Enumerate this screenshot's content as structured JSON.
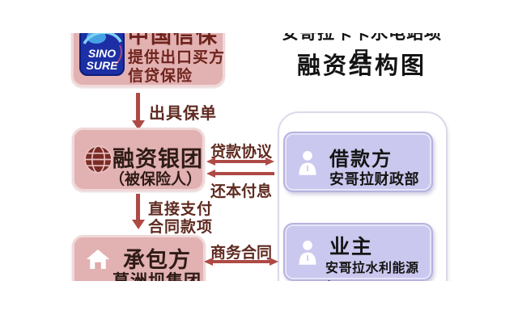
{
  "diagram": {
    "insurer": {
      "logo_line1": "SINO",
      "logo_line2": "SURE",
      "name": "中国信保",
      "desc1": "提供出口买方",
      "desc2": "信贷保险"
    },
    "title": {
      "line1": "安哥拉卡卡水电站项目",
      "line2": "融资结构图"
    },
    "labels": {
      "issue_policy": "出具保单",
      "direct_pay1": "直接支付",
      "direct_pay2": "合同款项",
      "loan_agreement": "贷款协议",
      "repay": "还本付息",
      "commercial": "商务合同"
    },
    "syndicate": {
      "name": "融资银团",
      "role": "（被保险人）"
    },
    "contractor": {
      "name": "承包方",
      "company": "葛洲坝集团"
    },
    "borrower": {
      "name": "借款方",
      "org": "安哥拉财政部"
    },
    "owner": {
      "name": "业主",
      "org": "安哥拉水利能源部"
    },
    "colors": {
      "pink_fill": "#E2B1B1",
      "pink_border": "#EFD8D8",
      "lavender_fill": "#CBC8EF",
      "lavender_border": "#B6B2DF",
      "arrow_red": "#AE4A46",
      "label_dark_red": "#6E231C",
      "box_text_dark": "#2E1B16",
      "logo_blue": "#1C2FA5",
      "title_black": "#141414"
    }
  }
}
